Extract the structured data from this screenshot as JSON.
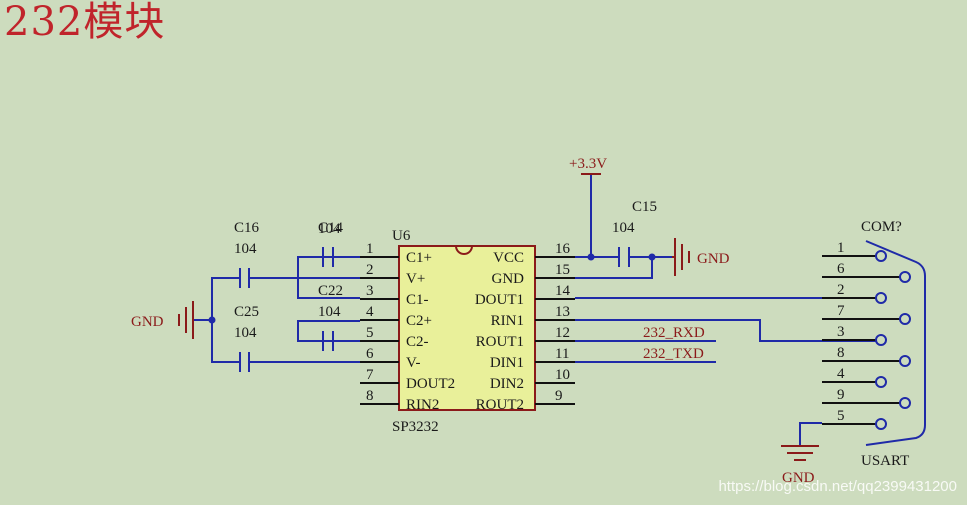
{
  "title": "232模块",
  "watermark": "https://blog.csdn.net/qq2399431200",
  "colors": {
    "background": "#cddcbe",
    "wire": "#1f2aa8",
    "power": "#8b1a1a",
    "chip_fill": "#e9f09a",
    "chip_stroke": "#8b1a1a",
    "text": "#1a1a1a",
    "title": "#c0242b"
  },
  "chip": {
    "ref": "U6",
    "part": "SP3232",
    "pins_left": [
      {
        "num": "1",
        "name": "C1+"
      },
      {
        "num": "2",
        "name": "V+"
      },
      {
        "num": "3",
        "name": "C1-"
      },
      {
        "num": "4",
        "name": "C2+"
      },
      {
        "num": "5",
        "name": "C2-"
      },
      {
        "num": "6",
        "name": "V-"
      },
      {
        "num": "7",
        "name": "DOUT2"
      },
      {
        "num": "8",
        "name": "RIN2"
      }
    ],
    "pins_right": [
      {
        "num": "16",
        "name": "VCC"
      },
      {
        "num": "15",
        "name": "GND"
      },
      {
        "num": "14",
        "name": "DOUT1"
      },
      {
        "num": "13",
        "name": "RIN1"
      },
      {
        "num": "12",
        "name": "ROUT1"
      },
      {
        "num": "11",
        "name": "DIN1"
      },
      {
        "num": "10",
        "name": "DIN2"
      },
      {
        "num": "9",
        "name": "ROUT2"
      }
    ]
  },
  "capacitors": {
    "c14": {
      "ref": "C14",
      "value": "104"
    },
    "c16": {
      "ref": "C16",
      "value": "104"
    },
    "c22": {
      "ref": "C22",
      "value": "104"
    },
    "c25": {
      "ref": "C25",
      "value": "104"
    },
    "c15": {
      "ref": "C15",
      "value": "104"
    }
  },
  "power": {
    "vcc_label": "+3.3V",
    "gnd_label": "GND"
  },
  "nets": {
    "rxd": "232_RXD",
    "txd": "232_TXD"
  },
  "connector": {
    "ref": "COM?",
    "part": "USART",
    "pins": [
      "1",
      "6",
      "2",
      "7",
      "3",
      "8",
      "4",
      "9",
      "5"
    ]
  }
}
